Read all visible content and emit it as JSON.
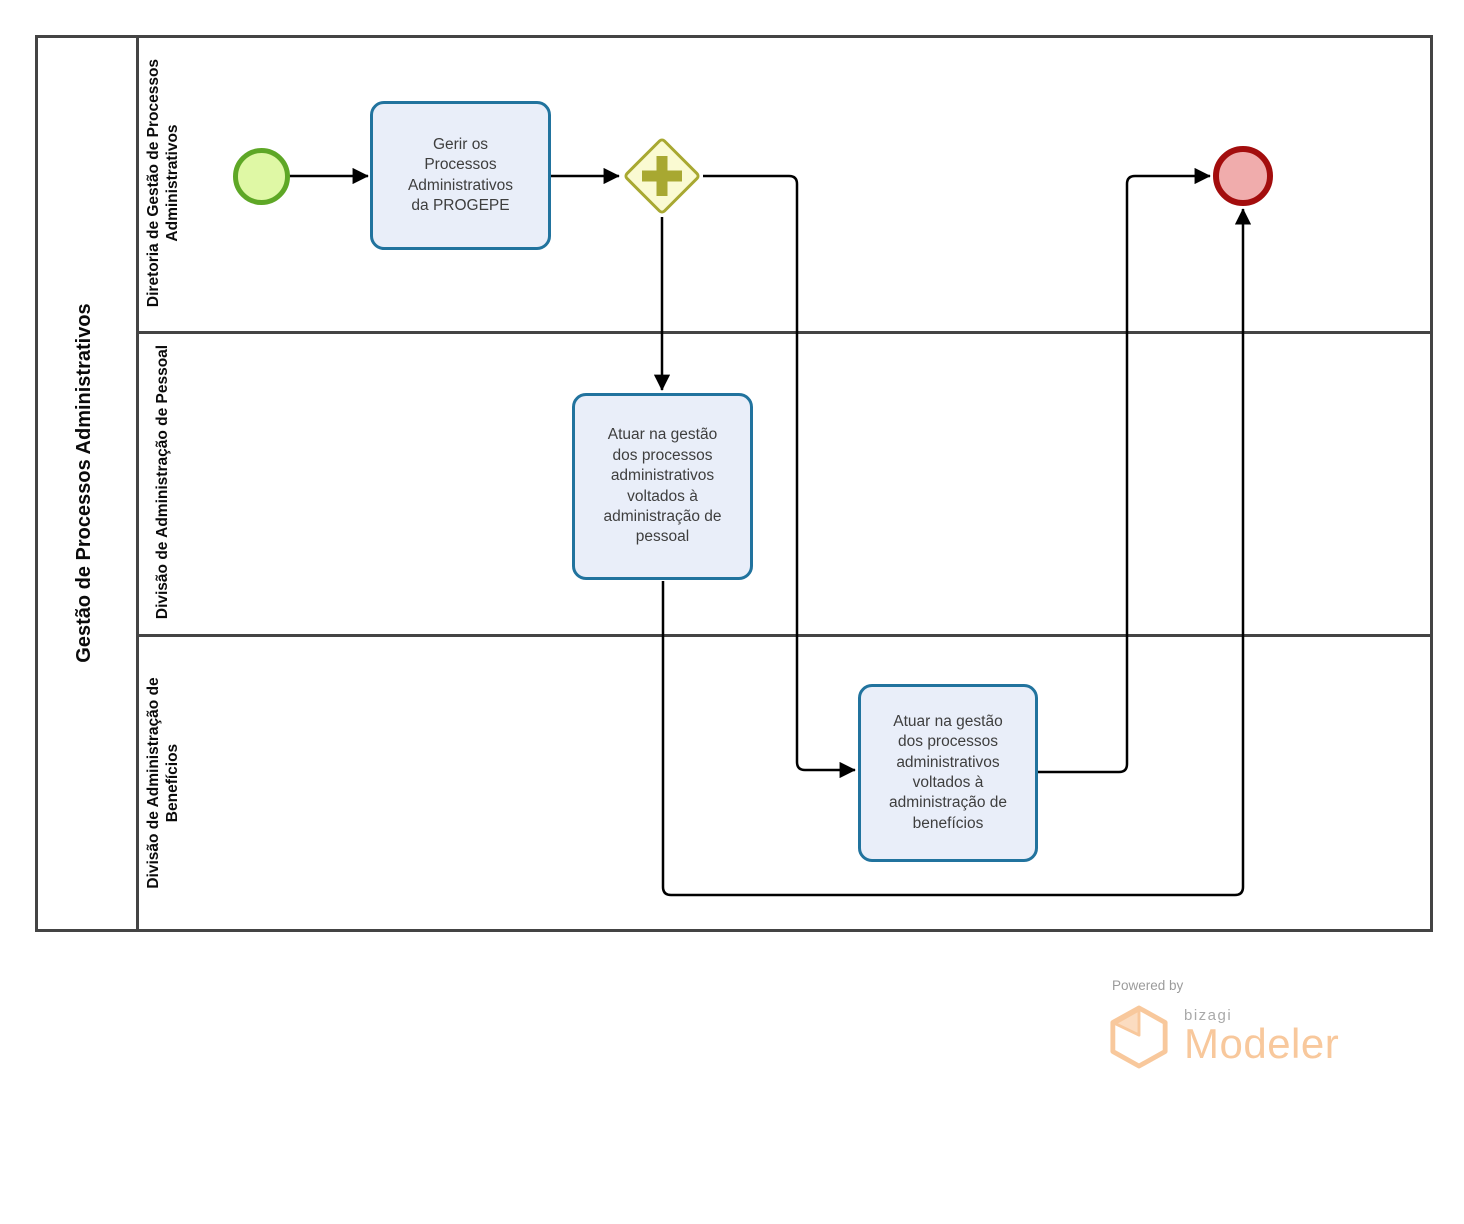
{
  "pool": {
    "title": "Gestão de Processos Administrativos",
    "lanes": [
      {
        "label": "Diretoria de Gestão de Processos Administrativos"
      },
      {
        "label": "Divisão de Administração de Pessoal"
      },
      {
        "label": "Divisão de Administração de Benefícios"
      }
    ]
  },
  "nodes": {
    "start": {
      "type": "start-event"
    },
    "task_gerir": {
      "label": "Gerir os Processos Administrativos da PROGEPE"
    },
    "gateway": {
      "type": "parallel-gateway"
    },
    "task_pessoal": {
      "label": "Atuar na gestão dos processos administrativos voltados à administração de pessoal"
    },
    "task_beneficios": {
      "label": "Atuar na gestão dos processos administrativos voltados à administração de benefícios"
    },
    "end": {
      "type": "end-event"
    }
  },
  "colors": {
    "start_fill": "#dff8a5",
    "start_border": "#5ea726",
    "task_fill": "#e9eef9",
    "task_border": "#21739e",
    "gateway_fill": "#fafad2",
    "gateway_border": "#a8a831",
    "end_fill": "#f0acac",
    "end_border": "#a30d0d",
    "flow": "#000000",
    "logo_orange": "#f8c89c"
  },
  "footer": {
    "powered_by": "Powered by",
    "brand": "bizagi",
    "product": "Modeler"
  }
}
